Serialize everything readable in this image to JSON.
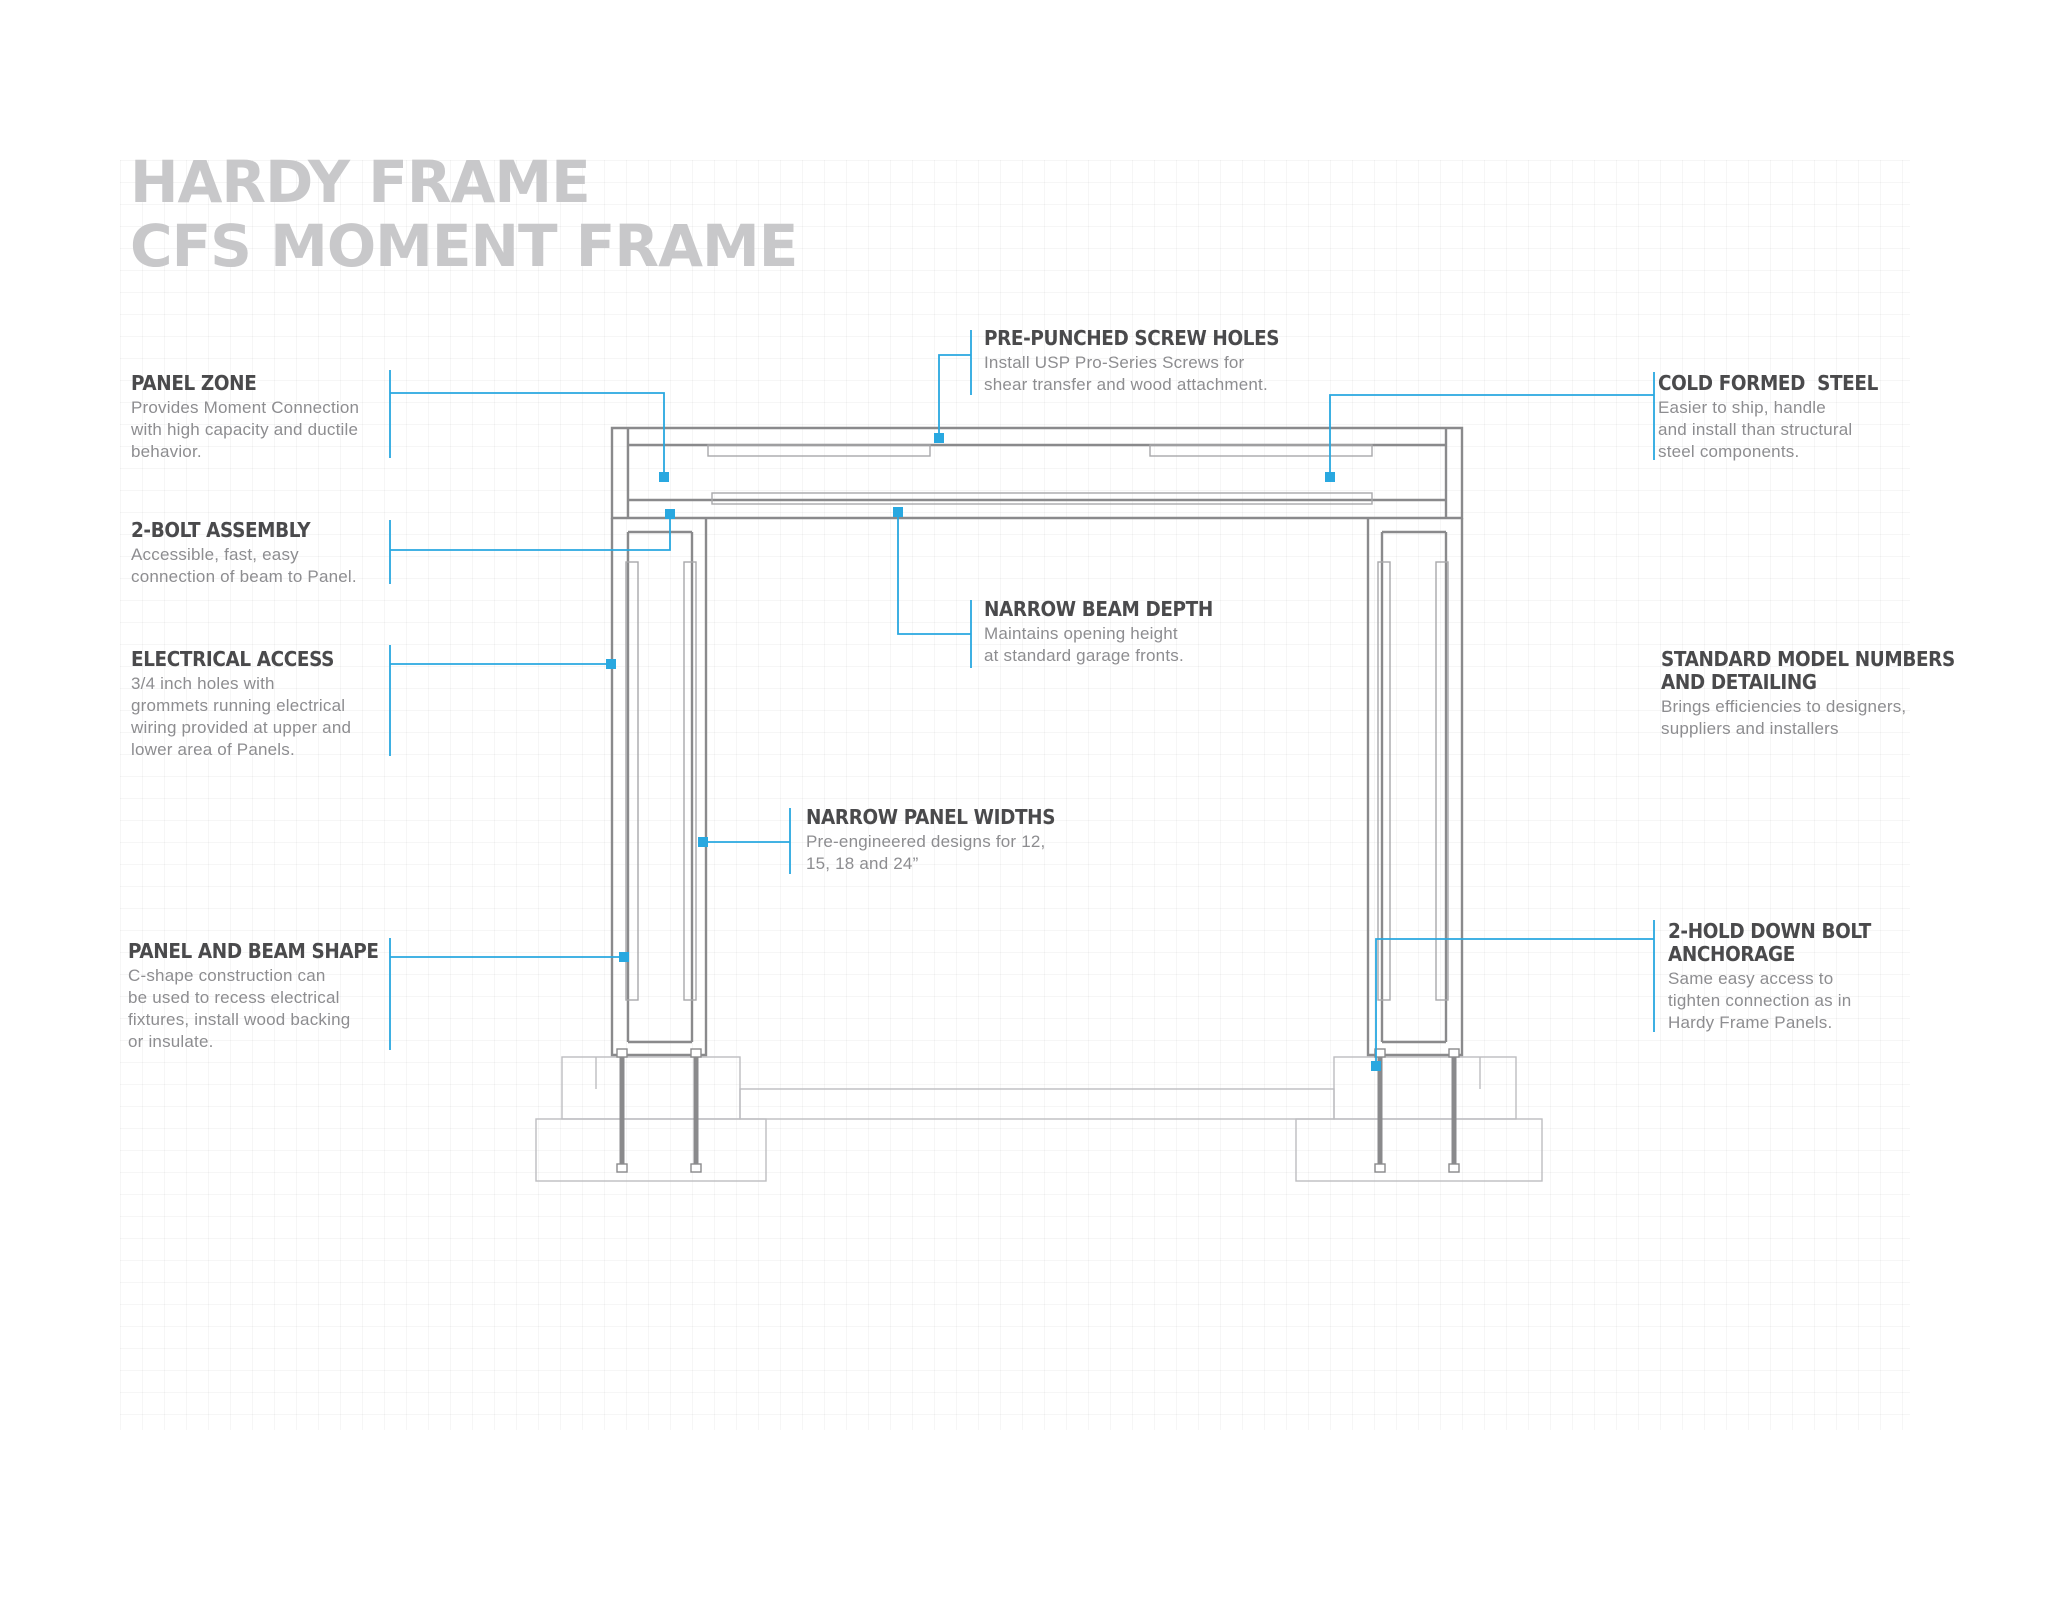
{
  "title": {
    "line1": "HARDY FRAME",
    "line2": "CFS MOMENT FRAME"
  },
  "colors": {
    "accent": "#29a8e0",
    "frame": "#8a8a8c",
    "title": "#c8c8ca",
    "heading": "#4a4a4c",
    "body": "#8d8d90"
  },
  "callouts": {
    "panel_zone": {
      "heading": "PANEL ZONE",
      "lines": [
        "Provides Moment Connection",
        "with high capacity and ductile",
        "behavior."
      ]
    },
    "two_bolt": {
      "heading": "2-BOLT ASSEMBLY",
      "lines": [
        "Accessible, fast, easy",
        "connection of beam to Panel."
      ]
    },
    "electrical": {
      "heading": "ELECTRICAL ACCESS",
      "lines": [
        "3/4 inch holes with",
        "grommets running electrical",
        "wiring provided at upper and",
        "lower area of Panels."
      ]
    },
    "panel_beam_shape": {
      "heading": "PANEL AND BEAM SHAPE",
      "lines": [
        "C-shape construction can",
        "be used to recess electrical",
        "fixtures, install wood backing",
        "or insulate."
      ]
    },
    "screw_holes": {
      "heading": "PRE-PUNCHED SCREW HOLES",
      "lines": [
        "Install USP Pro-Series Screws for",
        "shear transfer and wood attachment."
      ]
    },
    "beam_depth": {
      "heading": "NARROW BEAM DEPTH",
      "lines": [
        "Maintains opening height",
        "at standard garage fronts."
      ]
    },
    "panel_widths": {
      "heading": "NARROW PANEL WIDTHS",
      "lines": [
        "Pre-engineered designs for 12,",
        "15, 18 and 24”"
      ]
    },
    "cold_formed": {
      "heading": "COLD FORMED  STEEL",
      "lines": [
        "Easier to ship, handle",
        "and install than structural",
        "steel components."
      ]
    },
    "standard_model": {
      "heading_line1": "STANDARD MODEL NUMBERS",
      "heading_line2": "AND DETAILING",
      "lines": [
        "Brings efficiencies to designers,",
        "suppliers and installers"
      ]
    },
    "hold_down": {
      "heading_line1": "2-HOLD DOWN BOLT",
      "heading_line2": "ANCHORAGE",
      "lines": [
        "Same easy access to",
        "tighten connection as in",
        "Hardy Frame Panels."
      ]
    }
  }
}
